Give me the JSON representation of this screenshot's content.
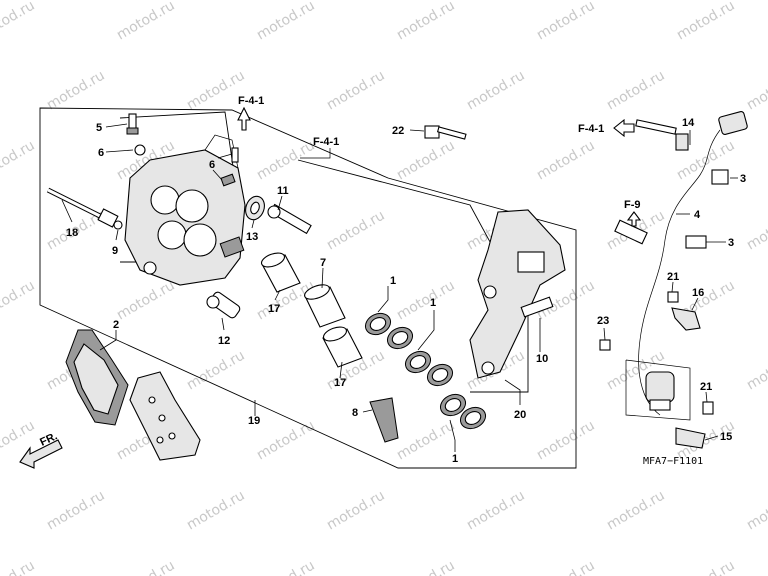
{
  "watermark": "motod.ru",
  "diagram_code": "MFA7−F1101",
  "direction_label": "FR.",
  "refs": {
    "f41": "F-4-1",
    "f9": "F-9"
  },
  "callouts": [
    "1",
    "1",
    "1",
    "2",
    "3",
    "3",
    "4",
    "5",
    "6",
    "6",
    "7",
    "8",
    "9",
    "10",
    "11",
    "12",
    "13",
    "14",
    "15",
    "16",
    "17",
    "17",
    "18",
    "19",
    "20",
    "21",
    "21",
    "22",
    "23"
  ]
}
